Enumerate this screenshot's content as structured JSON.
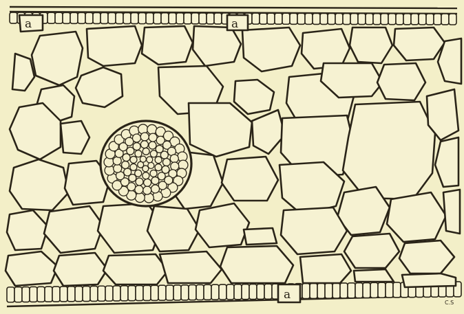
{
  "figure": {
    "background": "#f3efc8",
    "ink": "#2a2418",
    "labels": [
      {
        "id": "a-top-left",
        "text": "a"
      },
      {
        "id": "a-top-center",
        "text": "a"
      },
      {
        "id": "a-bottom",
        "text": "a"
      }
    ],
    "signature": "C.S"
  }
}
